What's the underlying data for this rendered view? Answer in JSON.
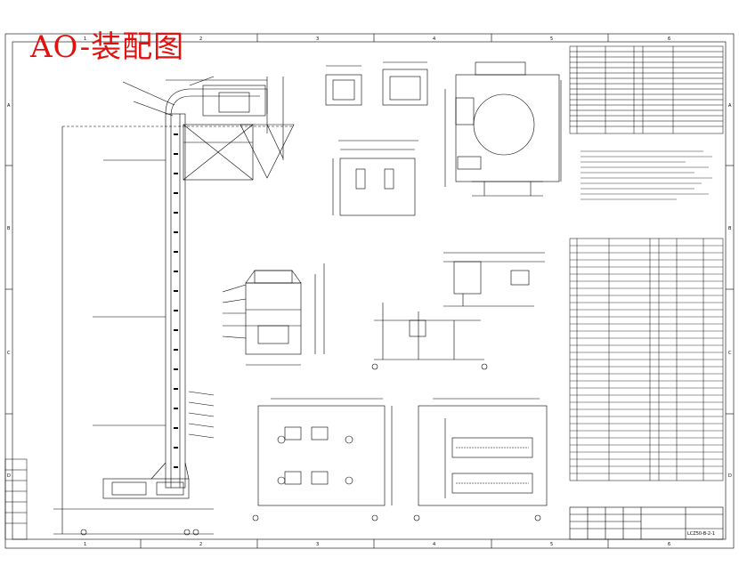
{
  "title": "AO-装配图",
  "border": {
    "top_zones": [
      "1",
      "2",
      "3",
      "4",
      "5",
      "6"
    ],
    "side_zones": [
      "A",
      "B",
      "C",
      "D"
    ]
  },
  "drawing_number": "LCZ50-B-2-1",
  "colors": {
    "title": "#e0120f",
    "line": "#000000",
    "paper": "#ffffff"
  }
}
